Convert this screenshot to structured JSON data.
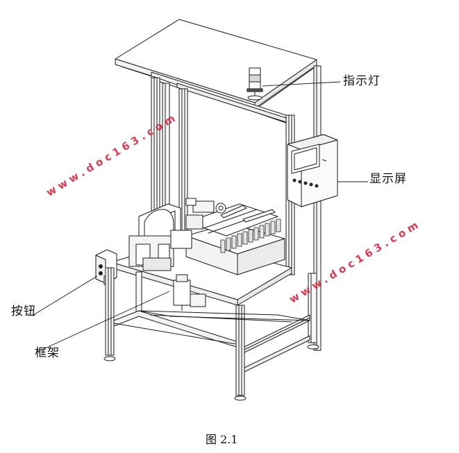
{
  "labels": {
    "indicator_light": "指示灯",
    "display_screen": "显示屏",
    "button": "按钮",
    "frame": "框架"
  },
  "caption": "图 2.1",
  "watermark": "www.doc163.com",
  "colors": {
    "line": "#1a1a1a",
    "watermark": "#e0233c",
    "background": "#ffffff"
  }
}
